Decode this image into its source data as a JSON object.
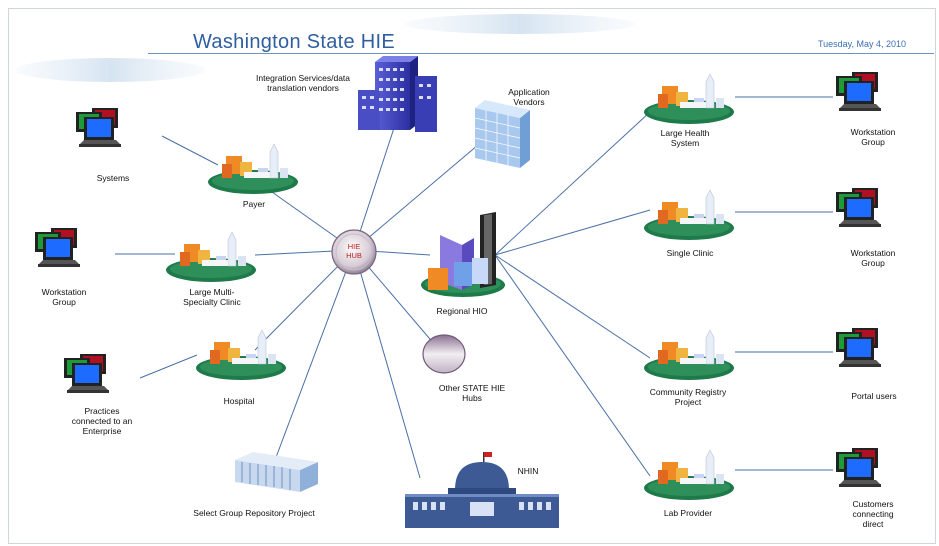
{
  "title": "Washington State HIE",
  "date": "Tuesday, May 4, 2010",
  "hub_label_line1": "HIE",
  "hub_label_line2": "HUB",
  "nodes": {
    "integration": "Integration Services/data translation vendors",
    "application": "Application Vendors",
    "payer": "Payer",
    "systems": "Systems",
    "multi_specialty": "Large Multi- Specialty Clinic",
    "workstation_left": "Workstation Group",
    "hospital": "Hospital",
    "practices": "Practices connected to an Enterprise",
    "regional_hio": "Regional HIO",
    "other_state": "Other STATE HIE Hubs",
    "repository": "Select Group Repository Project",
    "nhin": "NHIN",
    "large_health": "Large Health System",
    "workstation_1": "Workstation Group",
    "single_clinic": "Single Clinic",
    "workstation_2": "Workstation Group",
    "community": "Community Registry Project",
    "portal": "Portal users",
    "lab": "Lab Provider",
    "customers": "Customers connecting direct"
  },
  "colors": {
    "title": "#2f5fa0",
    "lines": "#4a6fa5",
    "ellipse": "#1f7a4a",
    "monitor_blue": "#1e6bff",
    "monitor_green": "#1f9a3a",
    "monitor_red": "#b01020"
  }
}
